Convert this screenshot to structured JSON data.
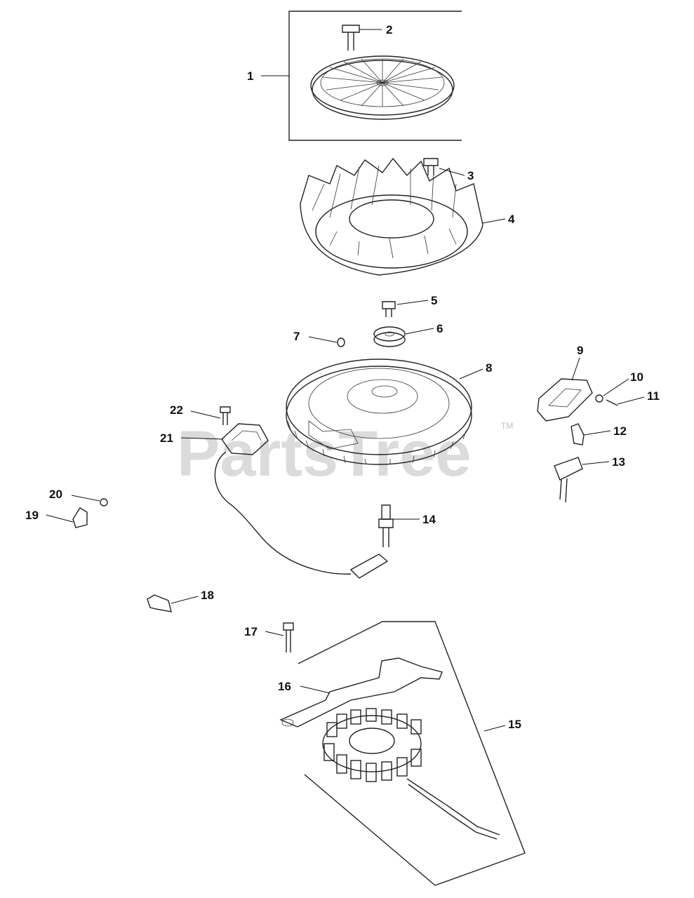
{
  "watermark": {
    "brand": "PartsTree",
    "mark": "TM"
  },
  "callouts": [
    {
      "id": "1",
      "label": "1"
    },
    {
      "id": "2",
      "label": "2"
    },
    {
      "id": "3",
      "label": "3"
    },
    {
      "id": "4",
      "label": "4"
    },
    {
      "id": "5",
      "label": "5"
    },
    {
      "id": "6",
      "label": "6"
    },
    {
      "id": "7",
      "label": "7"
    },
    {
      "id": "8",
      "label": "8"
    },
    {
      "id": "9",
      "label": "9"
    },
    {
      "id": "10",
      "label": "10"
    },
    {
      "id": "11",
      "label": "11"
    },
    {
      "id": "12",
      "label": "12"
    },
    {
      "id": "13",
      "label": "13"
    },
    {
      "id": "14",
      "label": "14"
    },
    {
      "id": "15",
      "label": "15"
    },
    {
      "id": "16",
      "label": "16"
    },
    {
      "id": "17",
      "label": "17"
    },
    {
      "id": "18",
      "label": "18"
    },
    {
      "id": "19",
      "label": "19"
    },
    {
      "id": "20",
      "label": "20"
    },
    {
      "id": "21",
      "label": "21"
    },
    {
      "id": "22",
      "label": "22"
    }
  ]
}
